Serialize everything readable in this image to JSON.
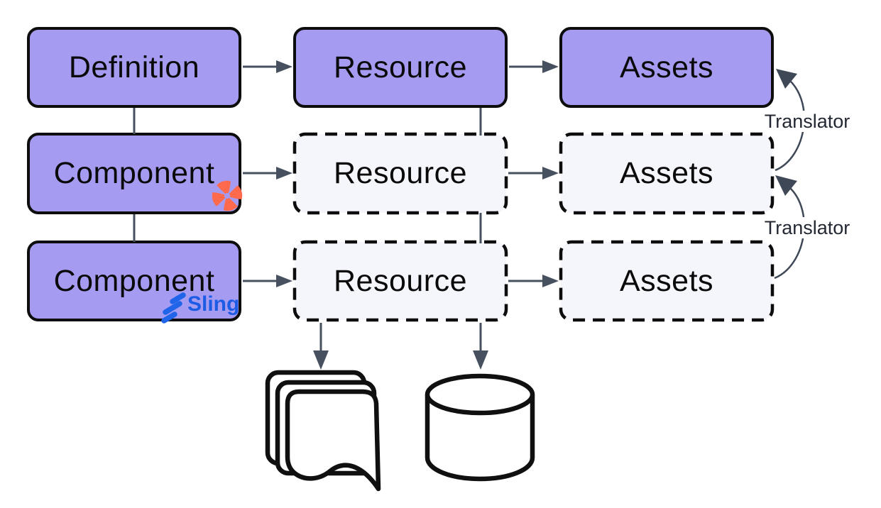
{
  "diagram": {
    "title_hint": "definition-component-resource-assets-flow",
    "nodes": {
      "definition": {
        "label": "Definition",
        "style": "solid"
      },
      "resource_top": {
        "label": "Resource",
        "style": "solid"
      },
      "assets_top": {
        "label": "Assets",
        "style": "solid"
      },
      "component_dbt": {
        "label": "Component",
        "style": "solid",
        "badge_icon": "dbt-pinwheel-icon"
      },
      "resource_dbt": {
        "label": "Resource",
        "style": "dashed"
      },
      "assets_dbt": {
        "label": "Assets",
        "style": "dashed"
      },
      "component_sling": {
        "label": "Component",
        "style": "solid",
        "badge_icon": "sling-slashes-icon",
        "badge_text": "Sling"
      },
      "resource_sling": {
        "label": "Resource",
        "style": "dashed"
      },
      "assets_sling": {
        "label": "Assets",
        "style": "dashed"
      }
    },
    "annotations": {
      "translator_top": "Translator",
      "translator_bottom": "Translator",
      "sling_wordmark": "Sling"
    },
    "icons": {
      "dbt": "dbt-pinwheel-icon",
      "sling": "sling-slashes-icon",
      "files": "document-stack-icon",
      "database": "database-cylinder-icon"
    },
    "colors": {
      "node_fill": "#a59cf1",
      "node_border": "#0d0d0d",
      "ghost_fill": "#f5f5fc",
      "connector": "#47505e",
      "curve": "#3f4856",
      "label_text": "#0a0a0a",
      "translator_text": "#232833",
      "dbt_orange": "#ff6a4d",
      "sling_blue": "#1c5ce4",
      "background": "#ffffff"
    }
  }
}
